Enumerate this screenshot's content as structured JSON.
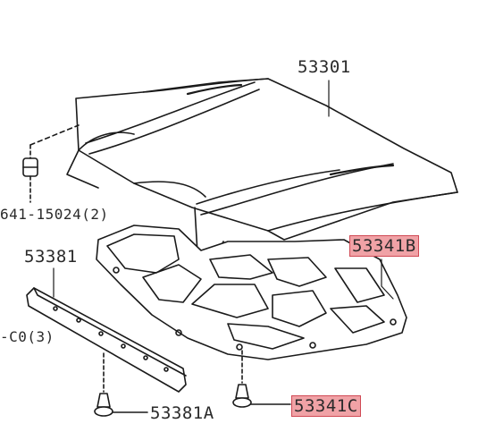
{
  "diagram": {
    "labels": {
      "hood": "53301",
      "cushion_left": "641-15024(2)",
      "seal": "53381",
      "clip_left": "-C0(3)",
      "retainer_b": "53341B",
      "clip_a": "53381A",
      "clip_c": "53341C"
    },
    "highlight_color": "#f0a2a6"
  }
}
